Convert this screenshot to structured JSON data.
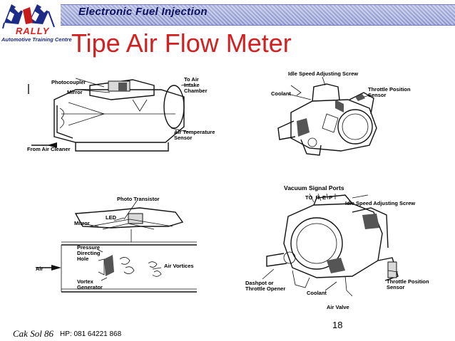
{
  "header": {
    "banner": "Electronic Fuel Injection",
    "logo_text": "RALLY",
    "logo_subtitle": "Automotive Training Centre"
  },
  "slide": {
    "title": "Tipe Air Flow Meter",
    "page_number": "18"
  },
  "footer": {
    "author": "Cak Sol 86",
    "phone": "HP: 081 64221 868"
  },
  "diagram_photocoupler": {
    "photocoupler": "Photocoupler",
    "mirror": "Mirror",
    "to_air_intake": "To Air\nIntake\nChamber",
    "air_temp_sensor": "Air Temperature\nSensor",
    "from_air_cleaner": "From Air Cleaner"
  },
  "diagram_throttle_top": {
    "idle_screw": "Idle Speed Adjusting Screw",
    "coolant": "Coolant",
    "throttle_sensor": "Throttle Position\nSensor"
  },
  "diagram_vortex": {
    "photo_transistor": "Photo Transistor",
    "led": "LED",
    "mirror": "Mirror",
    "pressure_hole": "Pressure\nDirecting\nHole",
    "air": "Air",
    "air_vortices": "Air Vortices",
    "vortex_generator": "Vortex\nGenerator"
  },
  "diagram_throttle_bottom": {
    "vacuum_ports": "Vacuum Signal Ports",
    "port_letters": "TO  R  E  P",
    "idle_screw": "Idle Speed Adjusting Screw",
    "throttle_sensor": "Throttle Position\nSensor",
    "dashpot": "Dashpot or\nThrottle Opener",
    "coolant": "Coolant",
    "air_valve": "Air Valve"
  }
}
